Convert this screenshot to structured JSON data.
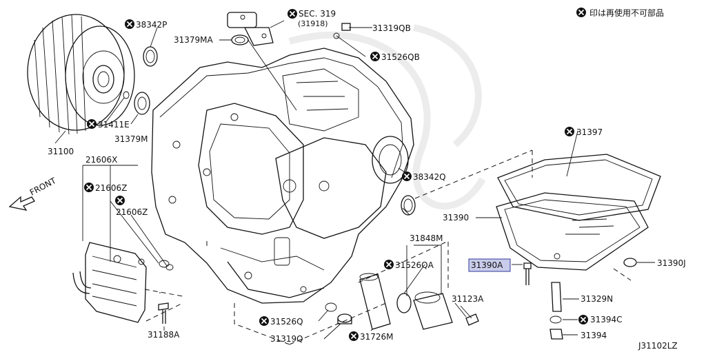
{
  "legend": {
    "icon": "non-reusable-x-icon",
    "text": "印は再使用不可部品"
  },
  "diagram_code": "J31102LZ",
  "front_label": "FRONT",
  "highlight_color": "#c9ccea",
  "parts": {
    "p31100": "31100",
    "p31411E": "31411E",
    "p38342P": "38342P",
    "p31379M": "31379M",
    "p31379MA": "31379MA",
    "sec_ref": "SEC. 319",
    "sec_sub": "(31918)",
    "p31319QB": "31319QB",
    "p31526QB": "31526QB",
    "p38342Q": "38342Q",
    "p21606X": "21606X",
    "p21606Z_a": "21606Z",
    "p21606Z_b": "21606Z",
    "p31188A": "31188A",
    "p31526Q": "31526Q",
    "p31319Q": "31319Q",
    "p31726M": "31726M",
    "p31848M": "31848M",
    "p31526QA": "31526QA",
    "p31123A": "31123A",
    "p31390": "31390",
    "p31390A": "31390A",
    "p31397": "31397",
    "p31390J": "31390J",
    "p31329N": "31329N",
    "p31394C": "31394C",
    "p31394": "31394"
  }
}
